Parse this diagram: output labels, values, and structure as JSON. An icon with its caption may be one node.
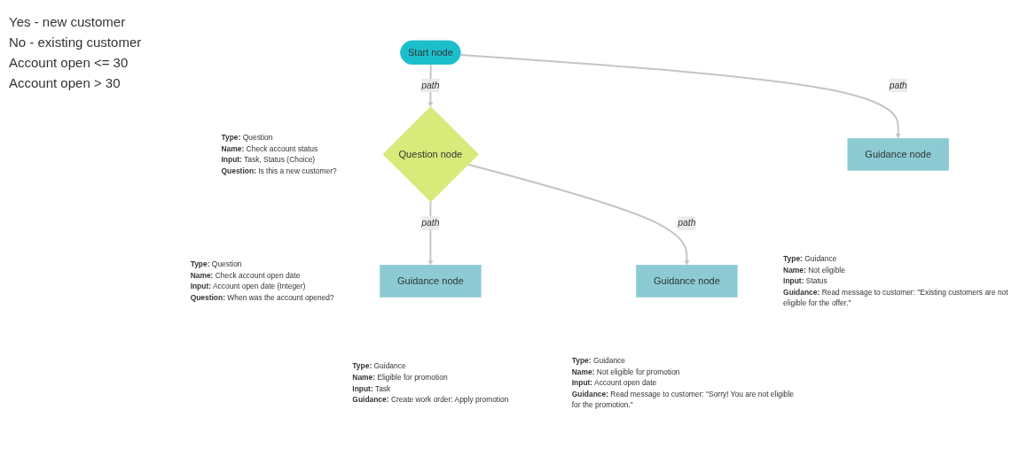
{
  "diagram": {
    "nodes": [
      {
        "text": [
          "Start node"
        ],
        "beside": [
          "Type: Question",
          "Name: Check account status",
          "Input: Task, Status (Choice)",
          "Question: Is this a new customer?"
        ]
      },
      {
        "text": [
          "Question node"
        ],
        "beside": [
          "Type: Question",
          "Name: Check account open date",
          "Input: Account open date (Integer)",
          "Question: When was the account opened?"
        ]
      },
      {
        "text": [
          "Guidance node"
        ],
        "beside": [
          "Type: Guidance",
          "Name: Not eligible",
          "Input: Status",
          "Guidance: Read message to customer: \"Existing customers are not eligible for the offer.\""
        ]
      },
      {
        "text": [
          "Guidance node"
        ],
        "beside": [
          "Type: Guidance",
          "Name: Eligible for promotion",
          "Input: Task",
          "Guidance: Create work order: Apply promotion"
        ]
      },
      {
        "text": [
          "Guidance node"
        ],
        "beside": [
          "Type: Guidance",
          "Name: Not eligible for promotion",
          "Input: Account open date",
          "Guidance: Read message to customer: \"Sorry! You are not eligible for the promotion.\""
        ]
      }
    ],
    "edges": [
      {
        "from": 0,
        "to": 1,
        "arrow": "to",
        "label": "path"
      },
      {
        "from": 0,
        "to": 2,
        "arrow": "to",
        "label": "path"
      },
      {
        "from": 1,
        "to": 3,
        "arrow": "to",
        "label": "path"
      },
      {
        "from": 1,
        "to": 4,
        "arrow": "to",
        "label": "path"
      }
    ],
    "labels": [
      "Yes - new customer",
      "No - existing customer",
      "Account open <= 30",
      "Account open > 30"
    ]
  }
}
